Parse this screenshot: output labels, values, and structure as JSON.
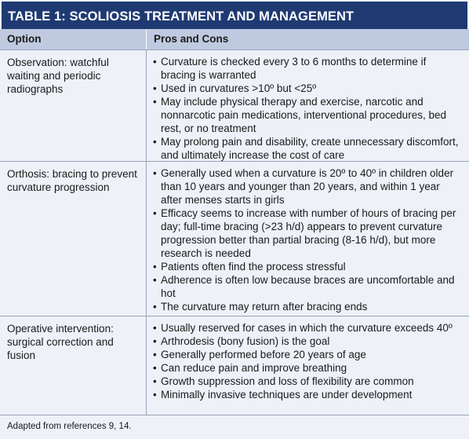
{
  "table": {
    "title": "TABLE 1: SCOLIOSIS TREATMENT AND MANAGEMENT",
    "headers": {
      "option": "Option",
      "pros_cons": "Pros and Cons"
    },
    "rows": [
      {
        "option": "Observation: watchful waiting and periodic radiographs",
        "items": [
          "Curvature is checked every 3 to 6 months to determine if bracing is warranted",
          "Used in curvatures >10º but <25º",
          "May include physical therapy and exercise, narcotic and nonnarcotic pain medications, interventional procedures, bed rest, or no treatment",
          "May prolong pain and disability, create unnecessary discomfort, and ultimately increase the cost of care"
        ]
      },
      {
        "option": "Orthosis: bracing to prevent curvature progression",
        "items": [
          "Generally used when a curvature is 20º to 40º in children older than 10 years and younger than 20 years, and within 1 year after menses starts in girls",
          "Efficacy seems to increase with number of hours of bracing per day; full-time bracing (>23 h/d) appears to prevent curvature progression better than partial bracing (8-16 h/d), but more research is needed",
          "Patients often find the process stressful",
          "Adherence is often low because braces are uncomfortable and hot",
          "The curvature may return after bracing ends"
        ]
      },
      {
        "option": "Operative intervention: surgical correction and fusion",
        "items": [
          "Usually reserved for cases in which the curvature exceeds 40º",
          "Arthrodesis (bony fusion) is the goal",
          "Generally performed before 20 years of age",
          "Can reduce pain and improve breathing",
          "Growth suppression and loss of flexibility are common",
          "Minimally invasive techniques are under development"
        ]
      }
    ],
    "footnote": "Adapted from references 9, 14."
  }
}
